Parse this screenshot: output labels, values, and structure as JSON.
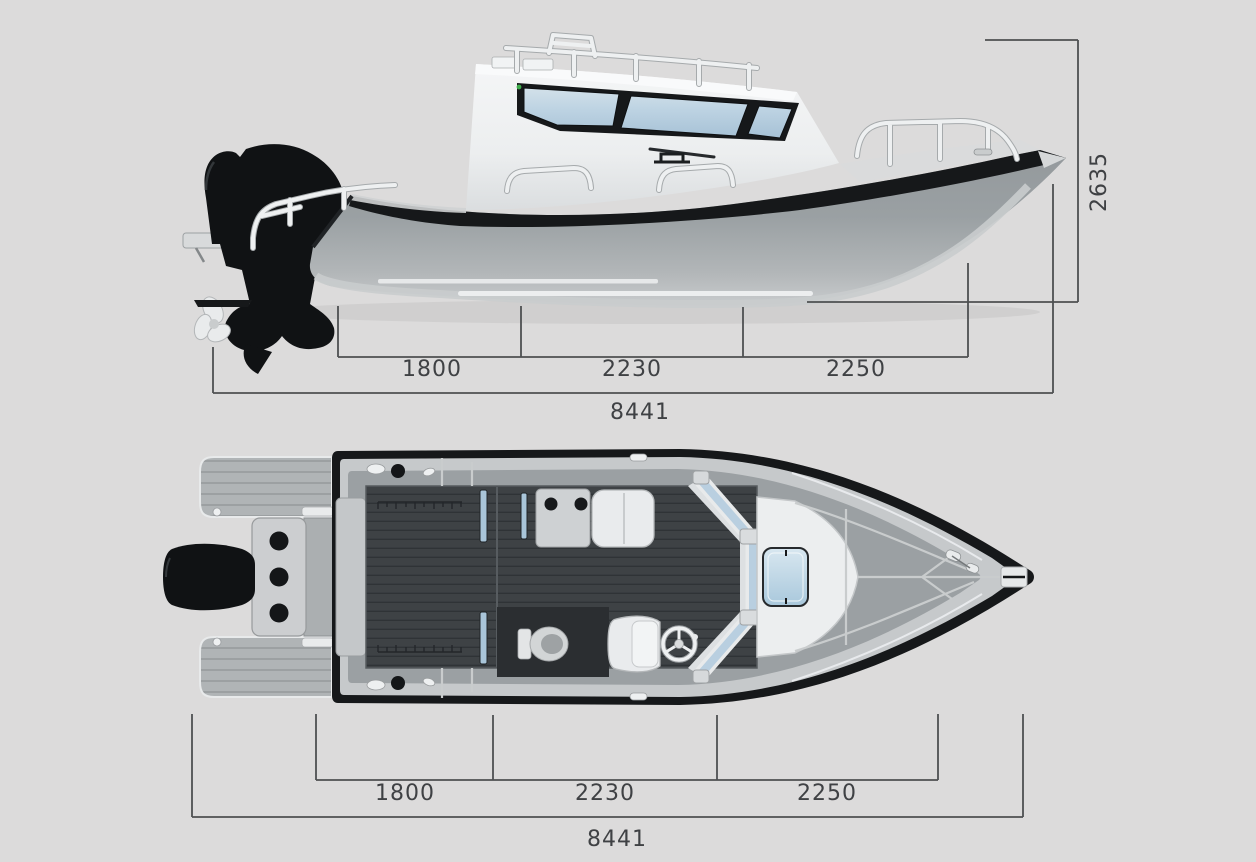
{
  "colors": {
    "background": "#dcdbdb",
    "dim_line": "#4e5052",
    "dim_text": "#3f4144",
    "trim_dark": "#16181a",
    "motor_black": "#101214",
    "cabin_white": "#eff1f2",
    "glass_blue": "#b9cfe0",
    "hatch_blue": "#bcd5e6",
    "rail_white": "#eef0f1",
    "deck_gray": "#9ba0a3",
    "gunwale_light": "#c6c9cb",
    "floor_dark": "#3e4245",
    "teak_gray": "#b0b4b6",
    "seat_white": "#e9ebed",
    "hull_light": "#c7cacc",
    "nav_light_green": "#3fae4c"
  },
  "side_view": {
    "dimensions": {
      "segments": [
        "1800",
        "2230",
        "2250"
      ],
      "overall": "8441",
      "height": "2635"
    }
  },
  "top_view": {
    "dimensions": {
      "segments": [
        "1800",
        "2230",
        "2250"
      ],
      "overall": "8441"
    }
  }
}
